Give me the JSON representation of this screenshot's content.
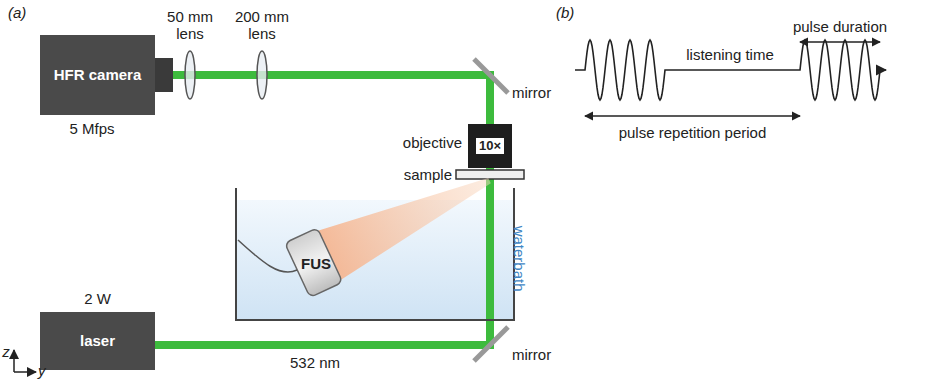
{
  "diagram": {
    "nodes": [
      {
        "text": [
          "HFR camera"
        ]
      },
      {
        "text": [
          "10×"
        ]
      },
      {
        "text": [
          "waterbath"
        ]
      },
      {
        "text": [
          "FUS"
        ],
        "in": 2
      },
      {
        "text": [
          "2 W",
          "laser"
        ]
      }
    ],
    "labels": [
      "(a)",
      "5 Mfps",
      "50 mm lens",
      "200 mm lens",
      "mirror",
      "objective",
      "sample",
      "mirror",
      "532 nm",
      "z",
      "y",
      "(b)",
      "pulse duration",
      "listening time",
      "pulse repetition period"
    ]
  }
}
